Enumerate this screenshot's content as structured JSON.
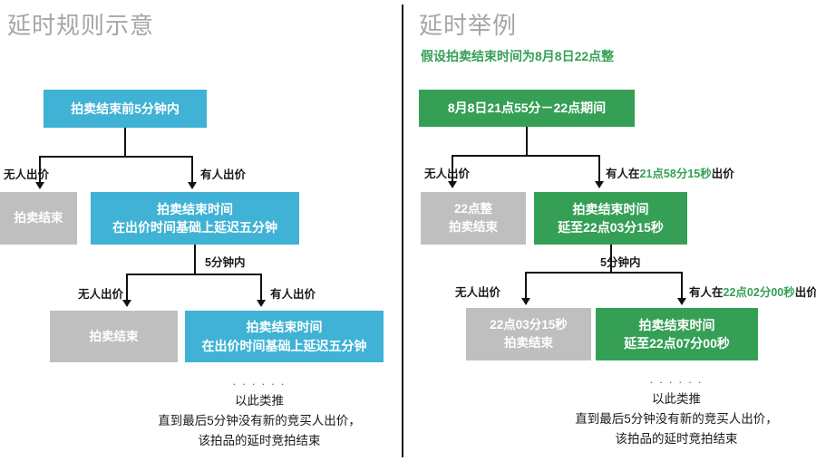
{
  "meta": {
    "colors": {
      "blue": "#3fb2d5",
      "green": "#35a055",
      "gray": "#bfbfbf",
      "line": "#111111",
      "title_gray": "#a6a6a6"
    }
  },
  "left_panel": {
    "title": "延时规则示意",
    "root_box": {
      "lines": [
        "拍卖结束前5分钟内"
      ]
    },
    "level1": {
      "label_no_bid": "无人出价",
      "label_has_bid": "有人出价",
      "box_end": {
        "lines": [
          "拍卖结束"
        ]
      },
      "box_extend": {
        "lines": [
          "拍卖结束时间",
          "在出价时间基础上延迟五分钟"
        ]
      }
    },
    "level2": {
      "label_window": "5分钟内",
      "label_no_bid": "无人出价",
      "label_has_bid": "有人出价",
      "box_end": {
        "lines": [
          "拍卖结束"
        ]
      },
      "box_extend": {
        "lines": [
          "拍卖结束时间",
          "在出价时间基础上延迟五分钟"
        ]
      }
    },
    "footnote": {
      "dots": ". . . . . .",
      "line1": "以此类推",
      "line2": "直到最后5分钟没有新的竞买人出价，",
      "line3": "该拍品的延时竞拍结束"
    }
  },
  "right_panel": {
    "title": "延时举例",
    "subtitle": "假设拍卖结束时间为8月8日22点整",
    "root_box": {
      "lines": [
        "8月8日21点55分－22点期间"
      ]
    },
    "level1": {
      "label_no_bid": "无人出价",
      "label_has_bid_prefix": "有人在",
      "label_has_bid_time": "21点58分15秒",
      "label_has_bid_suffix": "出价",
      "box_end": {
        "lines": [
          "22点整",
          "拍卖结束"
        ]
      },
      "box_extend": {
        "lines": [
          "拍卖结束时间",
          "延至22点03分15秒"
        ]
      }
    },
    "level2": {
      "label_window": "5分钟内",
      "label_no_bid": "无人出价",
      "label_has_bid_prefix": "有人在",
      "label_has_bid_time": "22点02分00秒",
      "label_has_bid_suffix": "出价",
      "box_end": {
        "lines": [
          "22点03分15秒",
          "拍卖结束"
        ]
      },
      "box_extend": {
        "lines": [
          "拍卖结束时间",
          "延至22点07分00秒"
        ]
      }
    },
    "footnote": {
      "dots": ". . . . . .",
      "line1": "以此类推",
      "line2": "直到最后5分钟没有新的竞买人出价，",
      "line3": "该拍品的延时竞拍结束"
    }
  }
}
